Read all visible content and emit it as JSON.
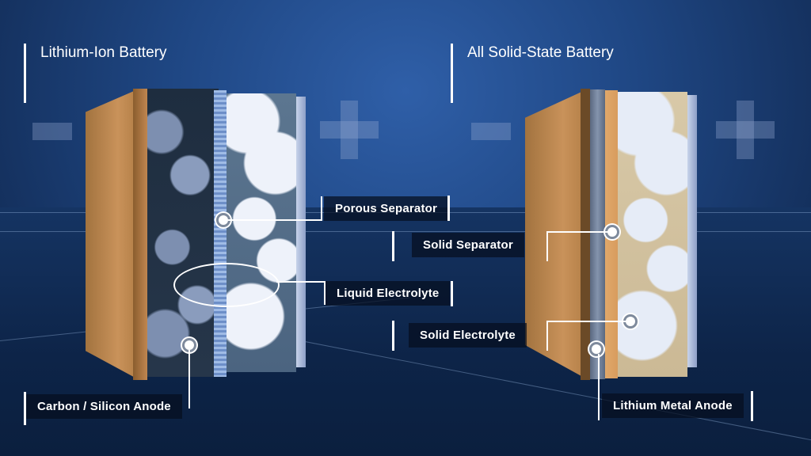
{
  "left": {
    "title": "Lithium-Ion Battery",
    "labels": {
      "porous_separator": "Porous Separator",
      "liquid_electrolyte": "Liquid Electrolyte",
      "anode": "Carbon / Silicon Anode"
    },
    "terminals": {
      "negative": "−",
      "positive": "+"
    }
  },
  "right": {
    "title": "All Solid-State Battery",
    "labels": {
      "solid_separator": "Solid Separator",
      "solid_electrolyte": "Solid Electrolyte",
      "anode": "Lithium Metal Anode"
    },
    "terminals": {
      "negative": "−",
      "positive": "+"
    }
  },
  "colors": {
    "background": "#1f4784",
    "casing": "#c9925a",
    "label_bg": "#050e1e",
    "accent": "#ffffff"
  }
}
